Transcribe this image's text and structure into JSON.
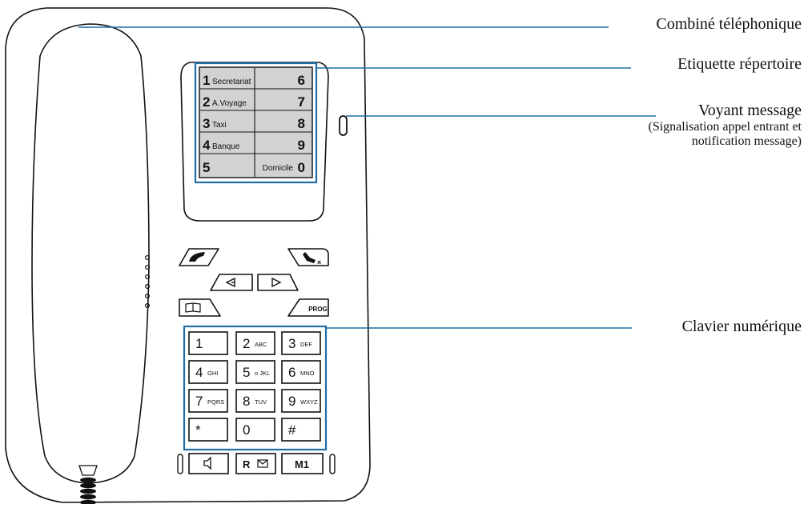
{
  "callouts": {
    "handset": "Combiné téléphonique",
    "directory_label": "Etiquette répertoire",
    "message_led": "Voyant message",
    "message_led_note_1": "(Signalisation appel entrant et",
    "message_led_note_2": "notification message)",
    "keypad": "Clavier numérique"
  },
  "directory": {
    "left": [
      {
        "num": "1",
        "name": "Secretariat"
      },
      {
        "num": "2",
        "name": "A.Voyage"
      },
      {
        "num": "3",
        "name": "Taxi"
      },
      {
        "num": "4",
        "name": "Banque"
      },
      {
        "num": "5",
        "name": ""
      }
    ],
    "right": [
      {
        "num": "6",
        "name": ""
      },
      {
        "num": "7",
        "name": ""
      },
      {
        "num": "8",
        "name": ""
      },
      {
        "num": "9",
        "name": ""
      },
      {
        "num": "0",
        "name": "Domicile"
      }
    ]
  },
  "function_keys": {
    "prog": "PROG"
  },
  "keypad": [
    {
      "digit": "1",
      "letters": ""
    },
    {
      "digit": "2",
      "letters": "ABC"
    },
    {
      "digit": "3",
      "letters": "DEF"
    },
    {
      "digit": "4",
      "letters": "GHI"
    },
    {
      "digit": "5",
      "letters": "o JKL"
    },
    {
      "digit": "6",
      "letters": "MNO"
    },
    {
      "digit": "7",
      "letters": "PQRS"
    },
    {
      "digit": "8",
      "letters": "TUV"
    },
    {
      "digit": "9",
      "letters": "WXYZ"
    },
    {
      "digit": "*",
      "letters": ""
    },
    {
      "digit": "0",
      "letters": ""
    },
    {
      "digit": "#",
      "letters": ""
    }
  ],
  "bottom_keys": {
    "r_label": "R",
    "m1_label": "M1"
  },
  "colors": {
    "accent": "#1f6fa6",
    "outline": "#111111",
    "label_bg": "#d2d2d2"
  }
}
